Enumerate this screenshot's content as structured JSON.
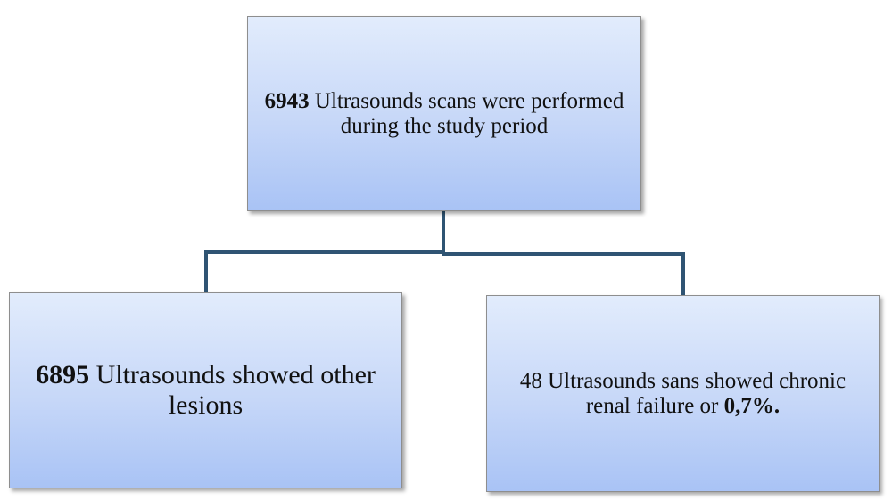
{
  "diagram": {
    "line_color": "#2f5473",
    "box_fill_top": "#e2ecfc",
    "box_fill_bottom": "#a9c3f5",
    "top_box": {
      "bold_number": "6943",
      "text": " Ultrasounds scans were performed during the study period"
    },
    "left_box": {
      "bold_number": "6895",
      "text": " Ultrasounds showed other lesions"
    },
    "right_box": {
      "text": "48 Ultrasounds sans showed chronic renal failure or ",
      "bold_percent": "0,7%."
    }
  }
}
